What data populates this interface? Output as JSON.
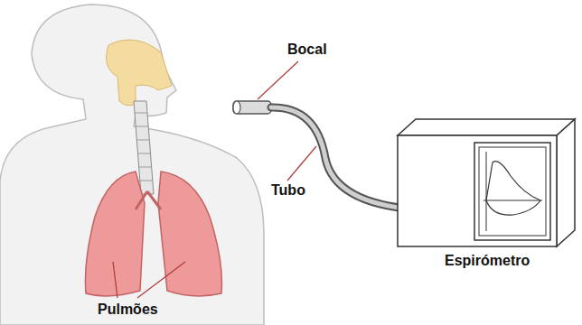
{
  "diagram": {
    "labels": [
      "Bocal",
      "Tubo",
      "Espirómetro",
      "Pulmões"
    ]
  }
}
